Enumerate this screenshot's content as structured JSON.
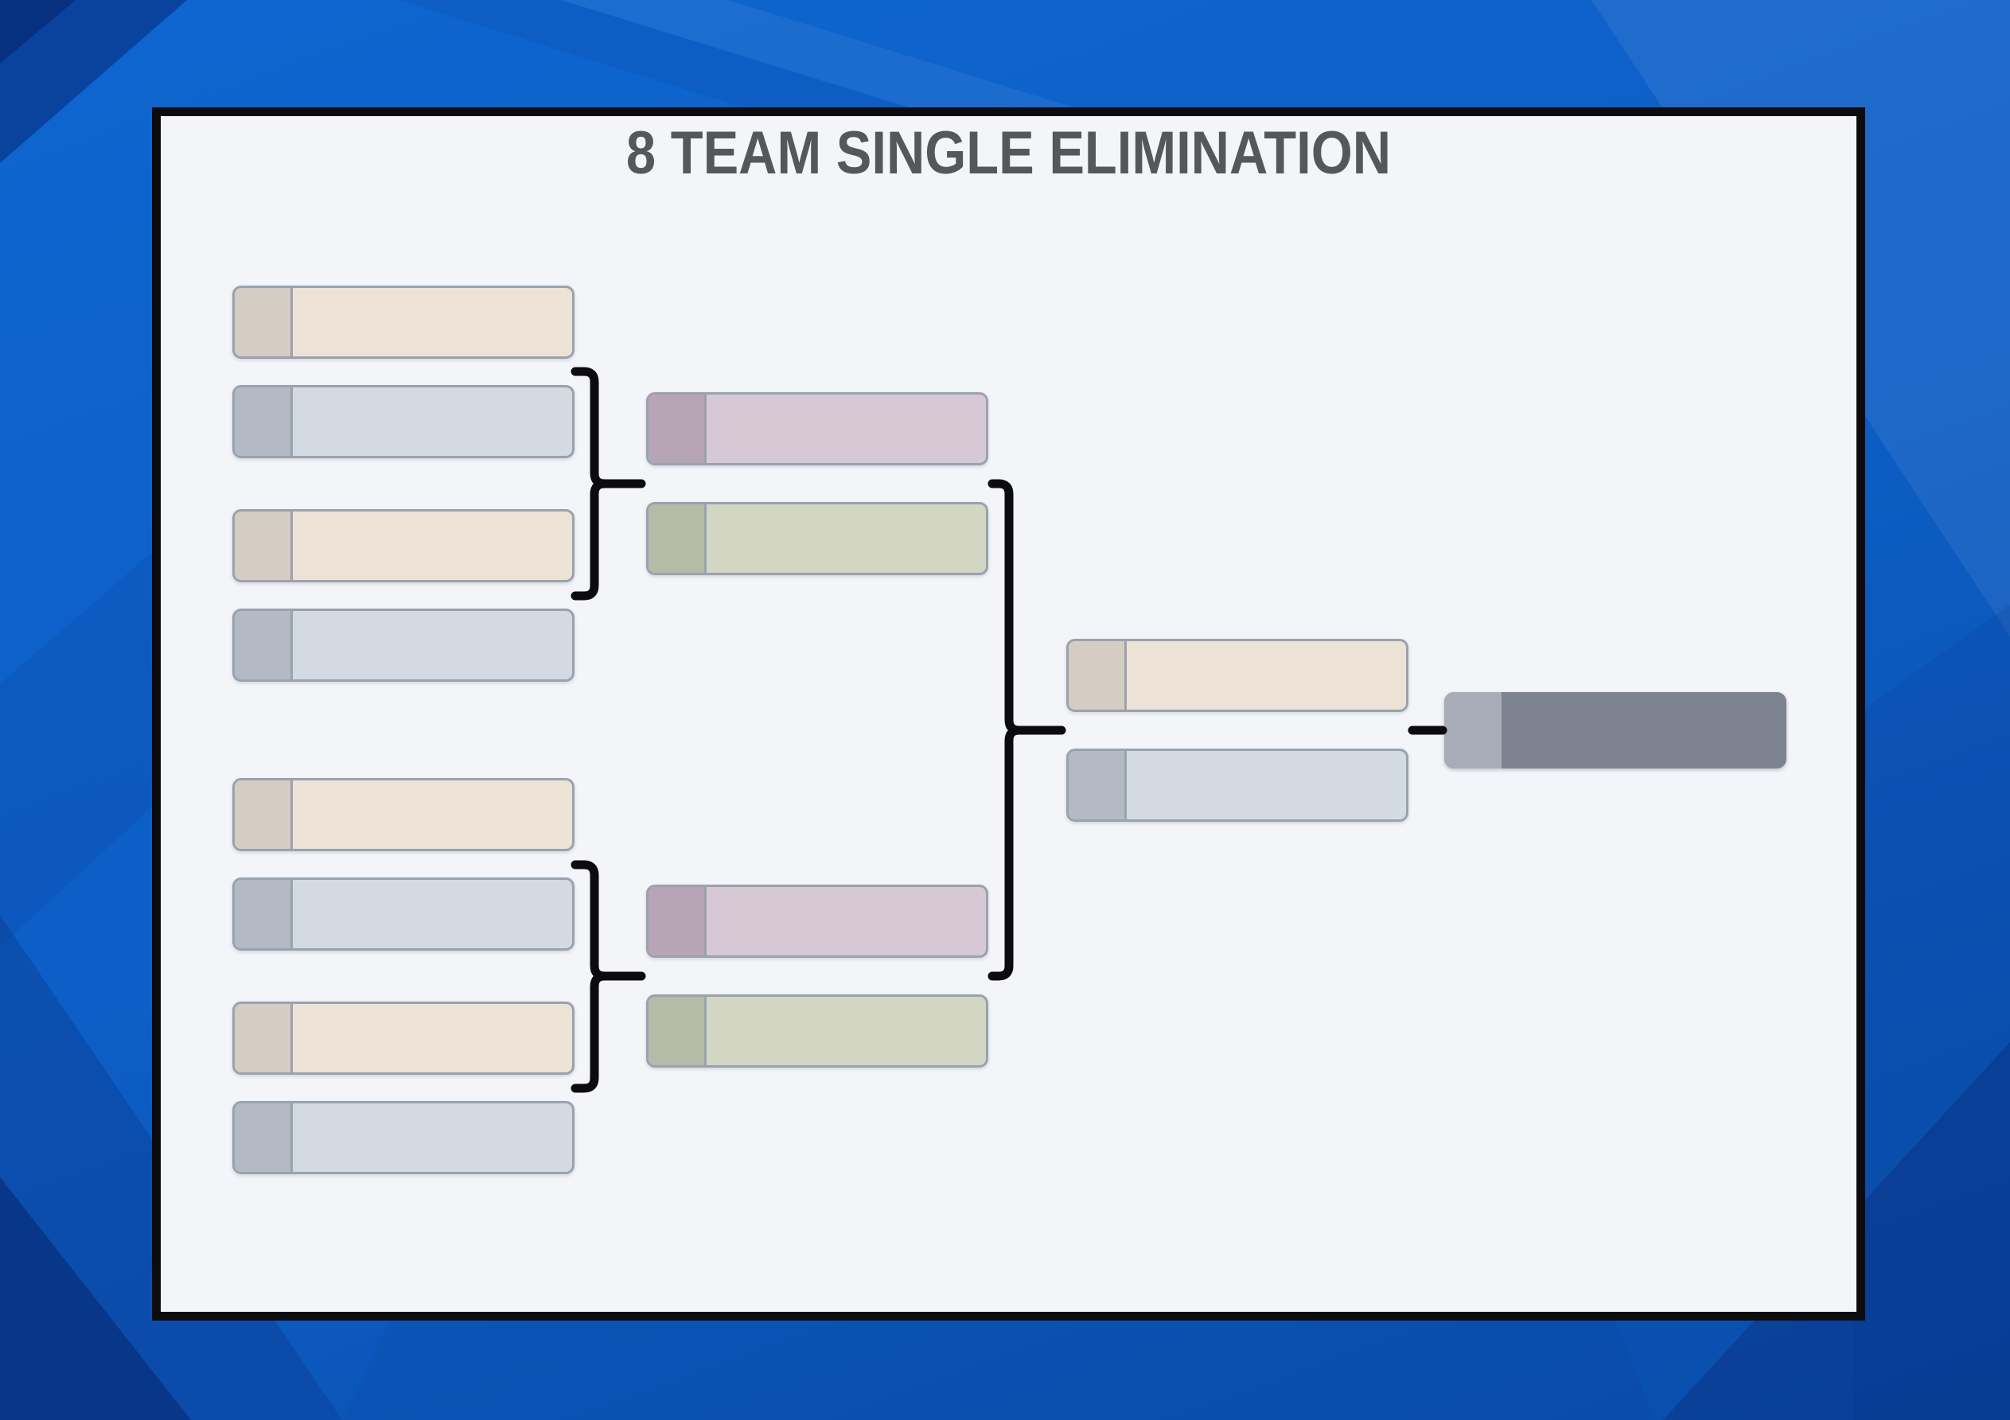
{
  "title": "8 TEAM SINGLE ELIMINATION",
  "colors": {
    "title_color": "#565759",
    "ink": "#0c0c0e",
    "card_bg": "#f3f5f9",
    "bg_base": "#0d5ec6",
    "bg_base_top": "#0f66d0",
    "bg_base_bottom": "#0a4dab",
    "bg_facet_dark": "#0a3f97",
    "bg_facet_deep": "#082f7e"
  },
  "palette": {
    "tan": {
      "seed": "#d5cdc3",
      "body": "#ece3d6",
      "border": "#9aa2ae"
    },
    "blue": {
      "seed": "#b4bac3",
      "body": "#d4dae1",
      "border": "#9aa2ae"
    },
    "pink": {
      "seed": "#b7a4b4",
      "body": "#d7c8d5",
      "border": "#9aa2ae"
    },
    "green": {
      "seed": "#b5bba6",
      "body": "#d3d6c2",
      "border": "#9aa2ae"
    },
    "slate": {
      "seed": "#a9adb8",
      "body": "#7d8390",
      "border": "#7d8390"
    }
  },
  "bracket": {
    "round1": {
      "round_name": "round-1",
      "slots": [
        {
          "id": "r1-1",
          "palette": "tan",
          "label": ""
        },
        {
          "id": "r1-2",
          "palette": "blue",
          "label": ""
        },
        {
          "id": "r1-3",
          "palette": "tan",
          "label": ""
        },
        {
          "id": "r1-4",
          "palette": "blue",
          "label": ""
        },
        {
          "id": "r1-5",
          "palette": "tan",
          "label": ""
        },
        {
          "id": "r1-6",
          "palette": "blue",
          "label": ""
        },
        {
          "id": "r1-7",
          "palette": "tan",
          "label": ""
        },
        {
          "id": "r1-8",
          "palette": "blue",
          "label": ""
        }
      ]
    },
    "semifinals": {
      "round_name": "semifinals",
      "slots": [
        {
          "id": "sf-1",
          "palette": "pink",
          "label": ""
        },
        {
          "id": "sf-2",
          "palette": "green",
          "label": ""
        },
        {
          "id": "sf-3",
          "palette": "pink",
          "label": ""
        },
        {
          "id": "sf-4",
          "palette": "green",
          "label": ""
        }
      ]
    },
    "final": {
      "round_name": "final",
      "slots": [
        {
          "id": "f-1",
          "palette": "tan",
          "label": ""
        },
        {
          "id": "f-2",
          "palette": "blue",
          "label": ""
        }
      ]
    },
    "champion": {
      "round_name": "champion",
      "slots": [
        {
          "id": "ch",
          "palette": "slate",
          "label": ""
        }
      ]
    }
  }
}
